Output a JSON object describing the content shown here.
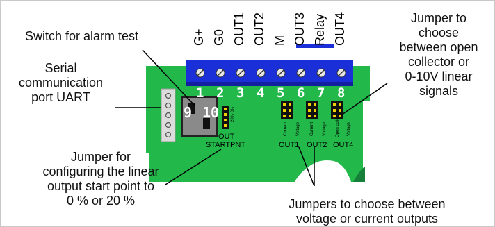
{
  "terminals": [
    "G+",
    "G0",
    "OUT1",
    "OUT2",
    "M",
    "OUT3",
    "Relay",
    "OUT4"
  ],
  "terminal_numbers": [
    "1",
    "2",
    "3",
    "4",
    "5",
    "6",
    "7",
    "8"
  ],
  "switch_numbers": [
    "9",
    "10"
  ],
  "board_labels": {
    "out": "OUT",
    "startpnt": "STARTPNT",
    "out1": "OUT1",
    "out2": "OUT2",
    "out4": "OUT4",
    "current": "Current",
    "voltage": "Voltage",
    "open_collector": "Open collector",
    "small_pct": "20% 0%"
  },
  "callouts": {
    "switch_alarm": "Switch for alarm test",
    "serial_port": [
      "Serial",
      "communication",
      "port UART"
    ],
    "jumper_open_collector": [
      "Jumper to",
      "choose",
      "between open",
      "collector or",
      "0-10V linear",
      "signals"
    ],
    "jumper_linear_start": [
      "Jumper for",
      "configuring the linear",
      "output start point to",
      "0 % or 20 %"
    ],
    "jumpers_voltage_current": [
      "Jumpers to choose between",
      "voltage or current outputs"
    ]
  },
  "colors": {
    "board_green": "#22b84a",
    "terminal_blue": "#1a2fd8",
    "jumper_black": "#111111",
    "connector_grey": "#dcdcdc"
  }
}
